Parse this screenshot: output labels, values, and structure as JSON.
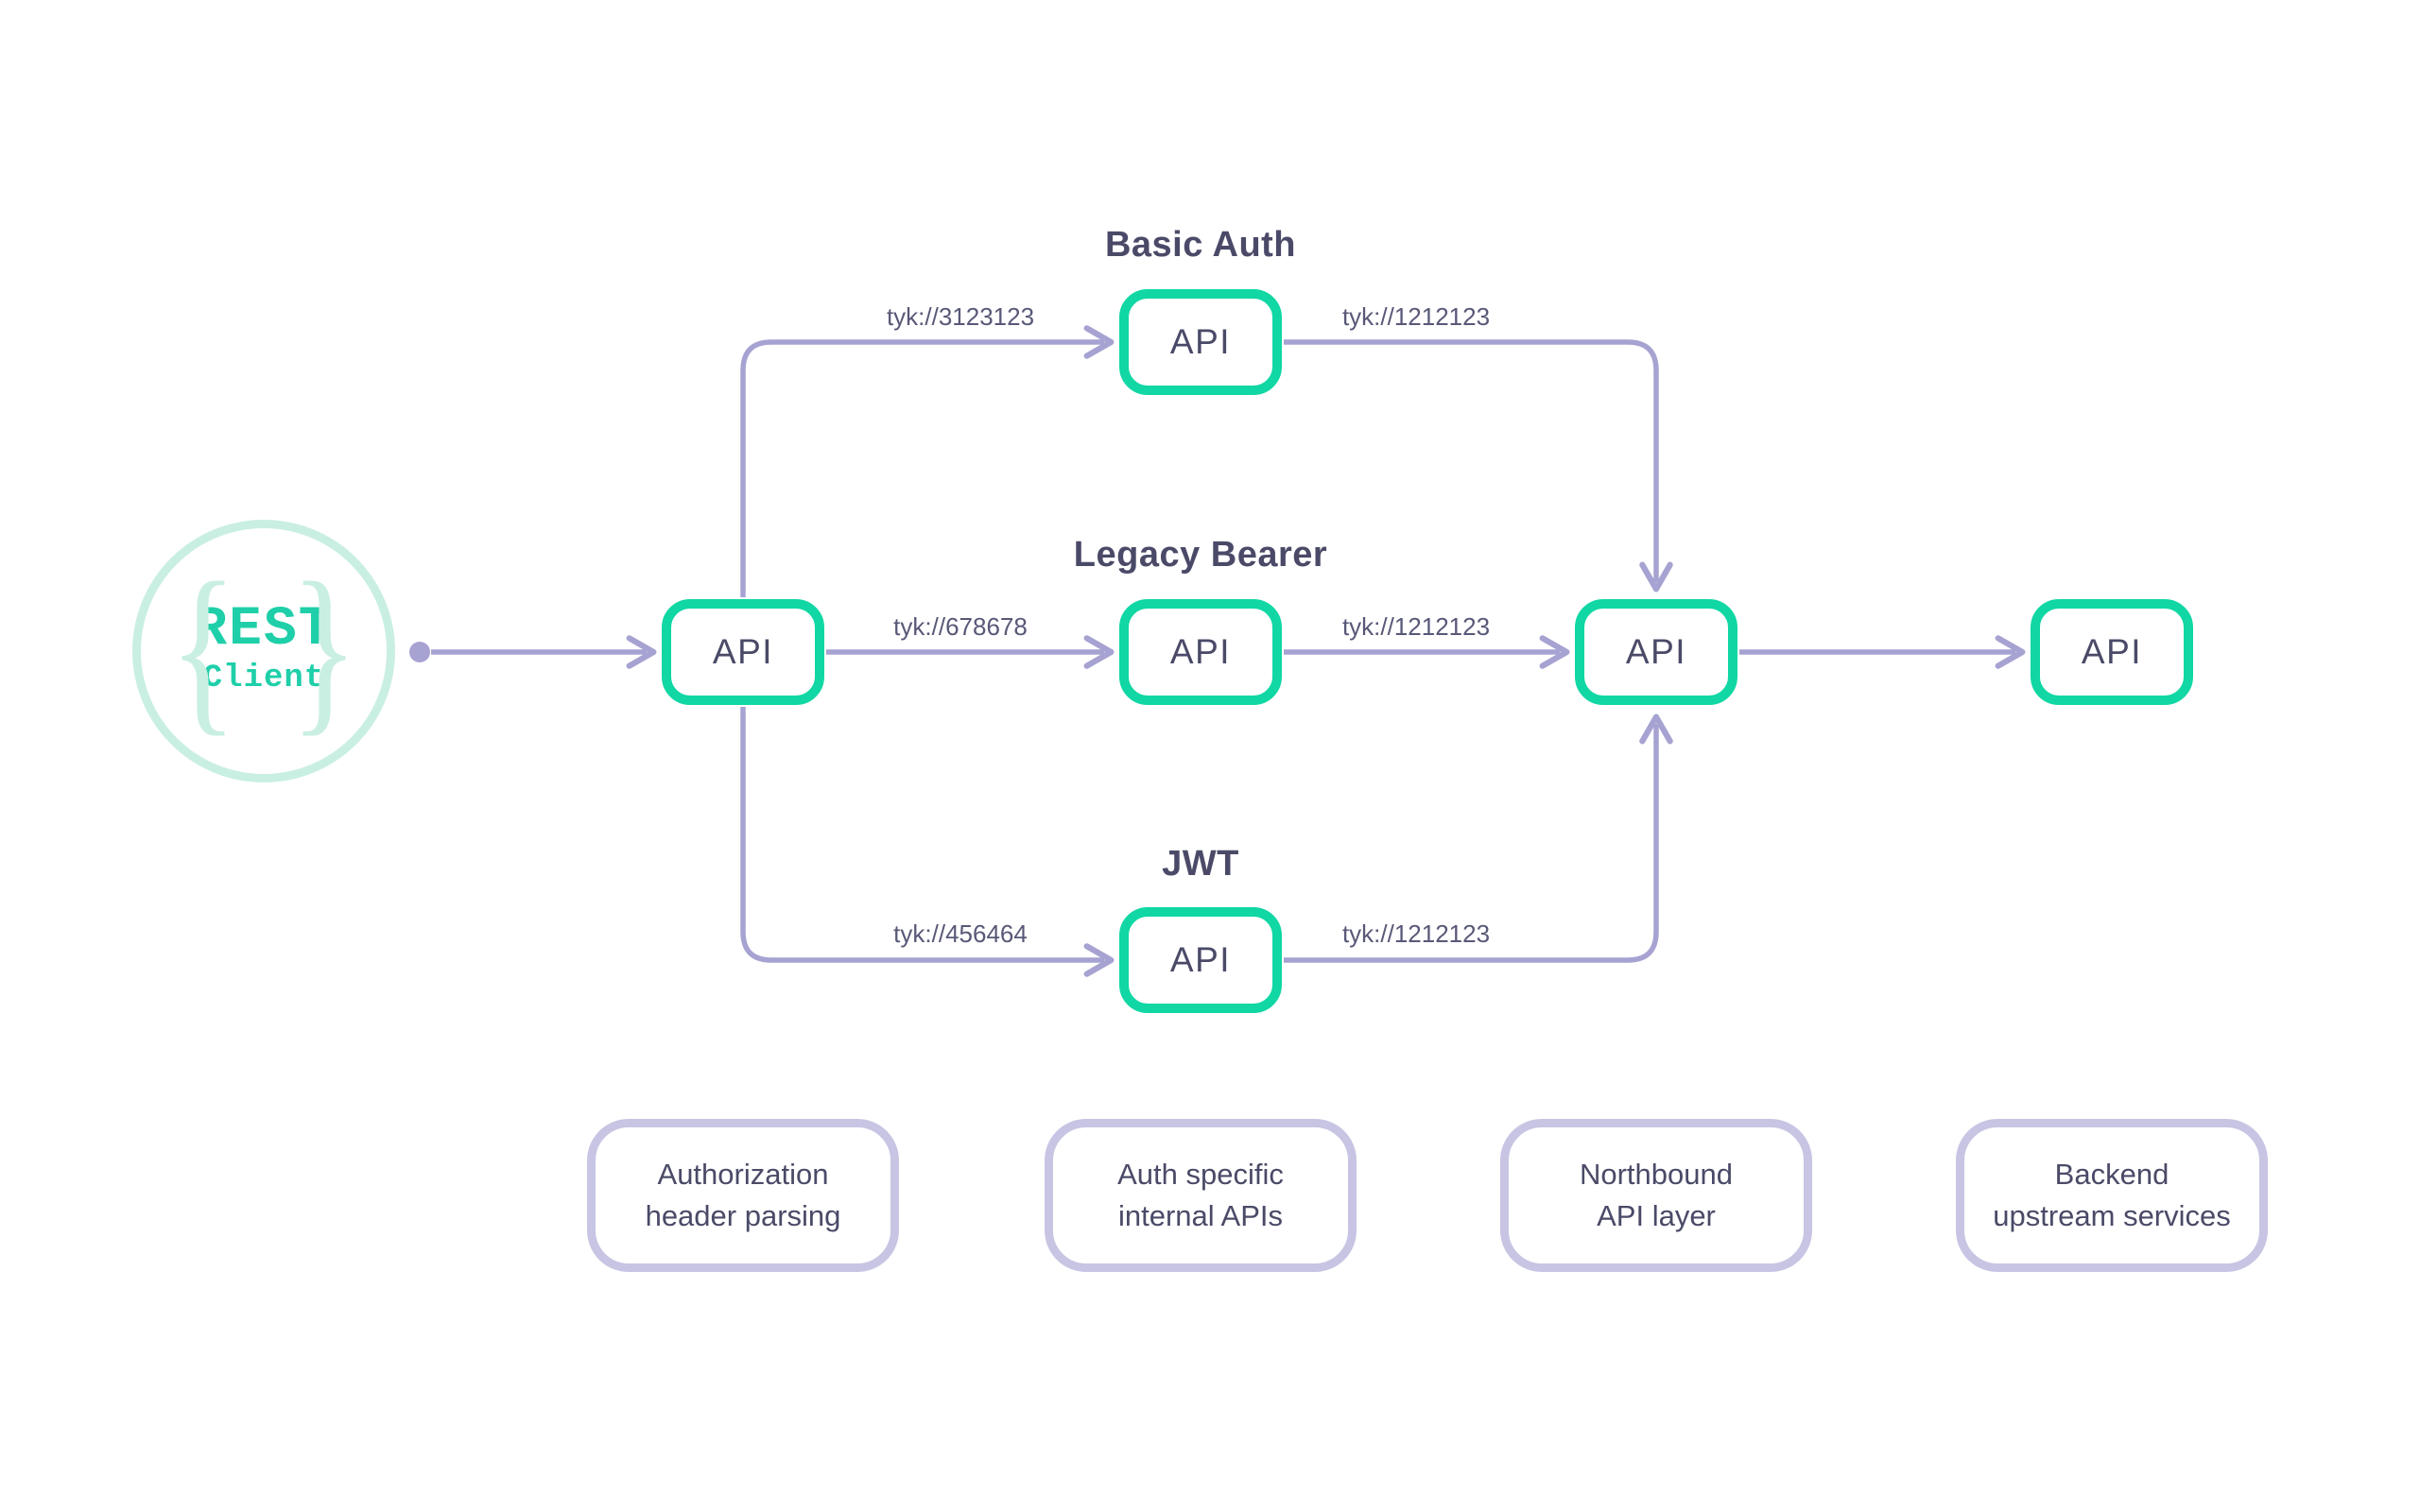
{
  "colors": {
    "node_border": "#10d7a4",
    "connector": "#a6a3d2",
    "legend_border": "#c7c5e3",
    "text_dark": "#4a4a68",
    "edge_text": "#585878",
    "client_ring": "#c9efe2",
    "client_text": "#1fcfa9",
    "bg": "#ffffff"
  },
  "client": {
    "left_brace": "{",
    "line1": "REST",
    "line2": "Client",
    "right_brace": "}"
  },
  "nodes": {
    "gateway": {
      "label": "API"
    },
    "basic_auth": {
      "label": "API"
    },
    "legacy_bearer": {
      "label": "API"
    },
    "jwt": {
      "label": "API"
    },
    "northbound": {
      "label": "API"
    },
    "backend": {
      "label": "API"
    }
  },
  "group_titles": {
    "basic_auth": "Basic Auth",
    "legacy_bearer": "Legacy Bearer",
    "jwt": "JWT"
  },
  "edge_labels": {
    "to_basic": "tyk://3123123",
    "to_legacy": "tyk://678678",
    "to_jwt": "tyk://456464",
    "basic_out": "tyk://1212123",
    "legacy_out": "tyk://1212123",
    "jwt_out": "tyk://1212123"
  },
  "legend": [
    {
      "line1": "Authorization",
      "line2": "header parsing"
    },
    {
      "line1": "Auth specific",
      "line2": "internal APIs"
    },
    {
      "line1": "Northbound",
      "line2": "API layer"
    },
    {
      "line1": "Backend",
      "line2": "upstream services"
    }
  ]
}
